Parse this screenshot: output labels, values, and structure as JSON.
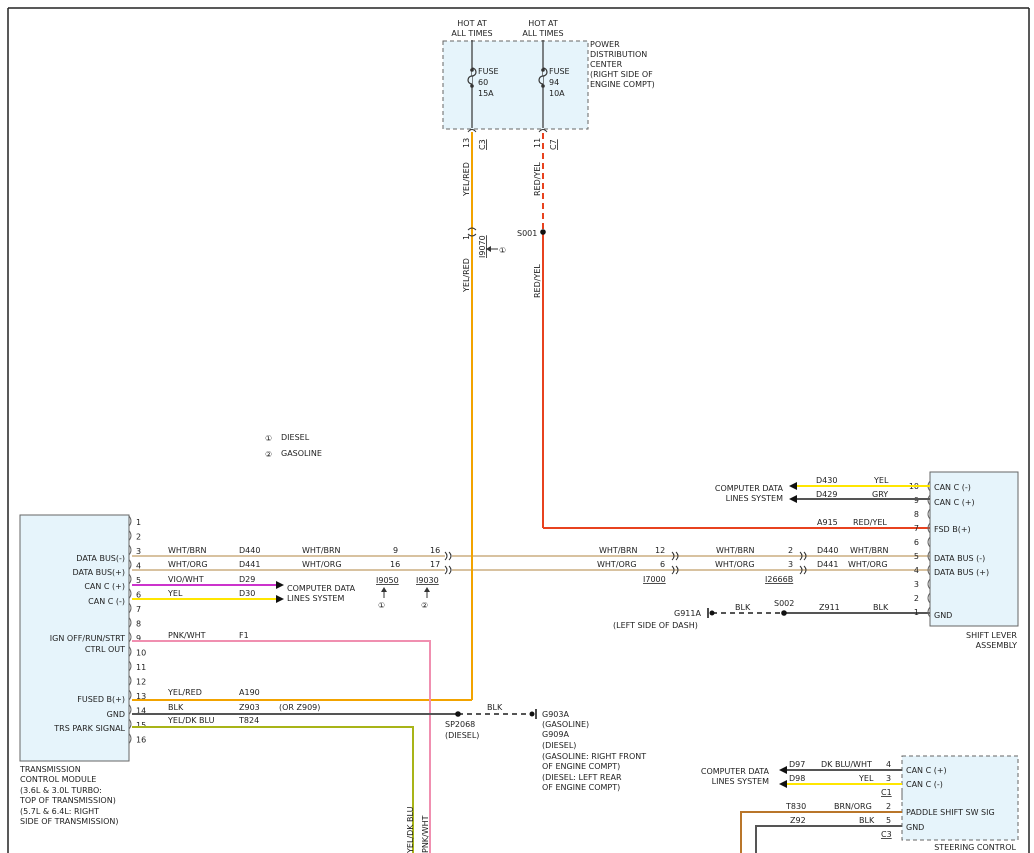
{
  "pdc": {
    "hot1": "HOT AT",
    "hot1b": "ALL TIMES",
    "hot2": "HOT AT",
    "hot2b": "ALL TIMES",
    "title": [
      "POWER",
      "DISTRIBUTION",
      "CENTER",
      "(RIGHT SIDE OF",
      "ENGINE COMPT)"
    ],
    "fuse1": {
      "label": "FUSE",
      "num": "60",
      "amp": "15A",
      "pin": "13",
      "conn": "C3"
    },
    "fuse2": {
      "label": "FUSE",
      "num": "94",
      "amp": "10A",
      "pin": "11",
      "conn": "C7"
    }
  },
  "wires_top": {
    "yel_red": "YEL/RED",
    "red_yel": "RED/YEL",
    "i9070": "I9070",
    "i9070_pin": "1",
    "s001": "S001",
    "circ": "①"
  },
  "legend": {
    "one": "①",
    "one_t": "DIESEL",
    "two": "②",
    "two_t": "GASOLINE"
  },
  "tcm": {
    "labels": [
      "DATA BUS(-)",
      "DATA BUS(+)",
      "CAN C (+)",
      "CAN C (-)",
      "IGN OFF/RUN/STRT",
      "CTRL OUT",
      "FUSED B(+)",
      "GND",
      "TRS PARK SIGNAL"
    ],
    "pins": [
      "1",
      "2",
      "3",
      "4",
      "5",
      "6",
      "7",
      "8",
      "9",
      "10",
      "11",
      "12",
      "13",
      "14",
      "15",
      "16"
    ],
    "caption": [
      "TRANSMISSION",
      "CONTROL MODULE",
      "(3.6L & 3.0L TURBO:",
      "TOP OF TRANSMISSION)",
      "(5.7L & 6.4L: RIGHT",
      "SIDE OF TRANSMISSION)"
    ]
  },
  "rows": {
    "r3": {
      "c": "WHT/BRN",
      "ckt": "D440",
      "c2": "WHT/BRN",
      "p1": "9",
      "p2": "16"
    },
    "r4": {
      "c": "WHT/ORG",
      "ckt": "D441",
      "c2": "WHT/ORG",
      "p1": "16",
      "p2": "17"
    },
    "r5": {
      "c": "VIO/WHT",
      "ckt": "D29",
      "dest": [
        "COMPUTER DATA",
        "LINES SYSTEM"
      ]
    },
    "r6": {
      "c": "YEL",
      "ckt": "D30"
    },
    "r9": {
      "c": "PNK/WHT",
      "ckt": "F1"
    },
    "r13": {
      "c": "YEL/RED",
      "ckt": "A190"
    },
    "r14": {
      "c": "BLK",
      "ckt": "Z903",
      "alt": "(OR Z909)"
    },
    "r15": {
      "c": "YEL/DK BLU",
      "ckt": "T824"
    },
    "i9050": "I9050",
    "i9030": "I9030",
    "c1": "①",
    "c2": "②",
    "sp2068": "SP2068",
    "sp2068b": "(DIESEL)",
    "blk": "BLK",
    "g903": [
      "G903A",
      "(GASOLINE)",
      "G909A",
      "(DIESEL)",
      "(GASOLINE: RIGHT FRONT",
      "OF ENGINE COMPT)",
      "(DIESEL: LEFT REAR",
      "OF ENGINE COMPT)"
    ],
    "bot1": "YEL/DK BLU",
    "bot2": "PNK/WHT"
  },
  "mid": {
    "wb1": "WHT/BRN",
    "p12": "12",
    "wb2": "WHT/BRN",
    "wo1": "WHT/ORG",
    "p6": "6",
    "wo2": "WHT/ORG",
    "i7000": "I7000",
    "p2": "2",
    "p3": "3",
    "i2666": "I2666B",
    "g911": "G911A",
    "g911b": "(LEFT SIDE OF DASH)",
    "blk": "BLK",
    "s002": "S002",
    "z911": "Z911",
    "blk2": "BLK"
  },
  "sla": {
    "pins": [
      "10",
      "9",
      "8",
      "7",
      "6",
      "5",
      "4",
      "3",
      "2",
      "1"
    ],
    "labels": [
      "CAN C (-)",
      "CAN C (+)",
      "FSD B(+)",
      "DATA BUS (-)",
      "DATA BUS (+)",
      "GND"
    ],
    "caption": [
      "SHIFT LEVER",
      "ASSEMBLY"
    ],
    "d430": "D430",
    "yel": "YEL",
    "d429": "D429",
    "gry": "GRY",
    "dest": [
      "COMPUTER DATA",
      "LINES SYSTEM"
    ],
    "a915": "A915",
    "redyel": "RED/YEL",
    "d440": "D440",
    "wb": "WHT/BRN",
    "d441": "D441",
    "wo": "WHT/ORG",
    "z911": "Z911",
    "blk": "BLK"
  },
  "scm": {
    "labels": [
      "CAN C (+)",
      "CAN C (-)",
      "PADDLE SHIFT SW SIG",
      "GND"
    ],
    "pins": [
      "4",
      "3",
      "2",
      "5"
    ],
    "c1": "C1",
    "c3": "C3",
    "d97": "D97",
    "dkblu": "DK BLU/WHT",
    "d98": "D98",
    "yel": "YEL",
    "t830": "T830",
    "brnorg": "BRN/ORG",
    "z92": "Z92",
    "blk": "BLK",
    "dest": [
      "COMPUTER DATA",
      "LINES SYSTEM"
    ],
    "caption": "STEERING CONTROL"
  },
  "colors": {
    "yelred": "#f2a300",
    "redyel": "#e8421f",
    "yel": "#ffe600",
    "vio": "#cc33cc",
    "pnk": "#f08fb0",
    "tan": "#d8c2a0",
    "ydb": "#a8b418",
    "gray": "#555555",
    "brnorg": "#b9762a"
  }
}
